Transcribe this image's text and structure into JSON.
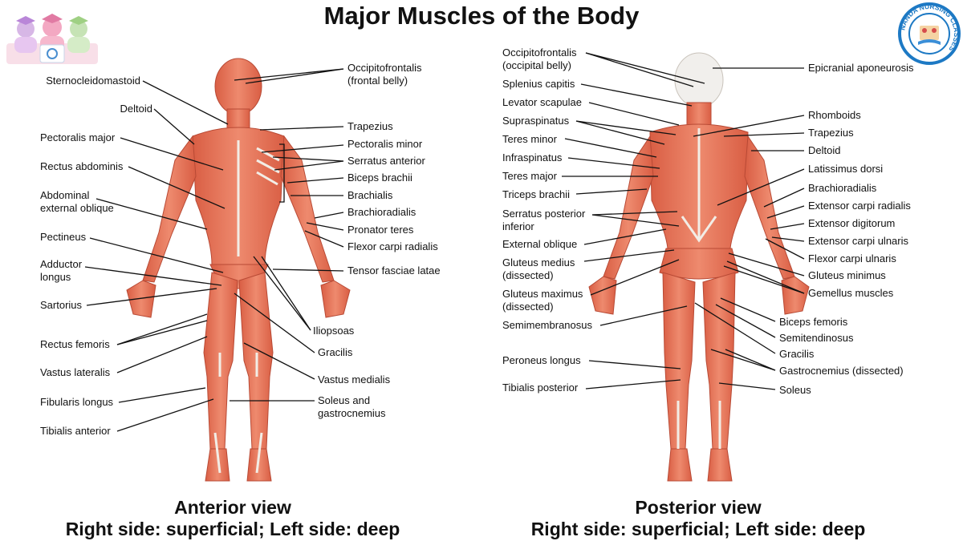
{
  "title": "Major Muscles of the Body",
  "anterior": {
    "caption_line1": "Anterior view",
    "caption_line2": "Right side: superficial; Left side: deep",
    "labels_left": [
      "Sternocleidomastoid",
      "Deltoid",
      "Pectoralis major",
      "Rectus abdominis",
      "Abdominal\nexternal oblique",
      "Pectineus",
      "Adductor\nlongus",
      "Sartorius",
      "Rectus femoris",
      "Vastus lateralis",
      "Fibularis longus",
      "Tibialis anterior"
    ],
    "labels_right": [
      "Occipitofrontalis\n(frontal belly)",
      "Trapezius",
      "Pectoralis minor",
      "Serratus anterior",
      "Biceps brachii",
      "Brachialis",
      "Brachioradialis",
      "Pronator teres",
      "Flexor carpi radialis",
      "Tensor fasciae latae",
      "Iliopsoas",
      "Gracilis",
      "Vastus medialis",
      "Soleus and\ngastrocnemius"
    ]
  },
  "posterior": {
    "caption_line1": "Posterior view",
    "caption_line2": "Right side: superficial; Left side: deep",
    "labels_left": [
      "Occipitofrontalis\n(occipital belly)",
      "Splenius capitis",
      "Levator scapulae",
      "Supraspinatus",
      "Teres minor",
      "Infraspinatus",
      "Teres major",
      "Triceps brachii",
      "Serratus posterior\ninferior",
      "External oblique",
      "Gluteus medius\n(dissected)",
      "Gluteus maximus\n(dissected)",
      "Semimembranosus",
      "Peroneus longus",
      "Tibialis posterior"
    ],
    "labels_right": [
      "Epicranial aponeurosis",
      "Rhomboids",
      "Trapezius",
      "Deltoid",
      "Latissimus dorsi",
      "Brachioradialis",
      "Extensor carpi radialis",
      "Extensor digitorum",
      "Extensor carpi ulnaris",
      "Flexor carpi ulnaris",
      "Gluteus minimus",
      "Gemellus muscles",
      "Biceps femoris",
      "Semitendinosus",
      "Gracilis",
      "Gastrocnemius (dissected)",
      "Soleus"
    ]
  },
  "logo": {
    "right_ring_text": "NANDA NURSING CLASSES"
  },
  "colors": {
    "muscle": "#e8765a",
    "muscle_dark": "#c9553d",
    "tendon": "#f2ede6",
    "leader": "#111111",
    "logo_blue": "#1d79c4"
  }
}
